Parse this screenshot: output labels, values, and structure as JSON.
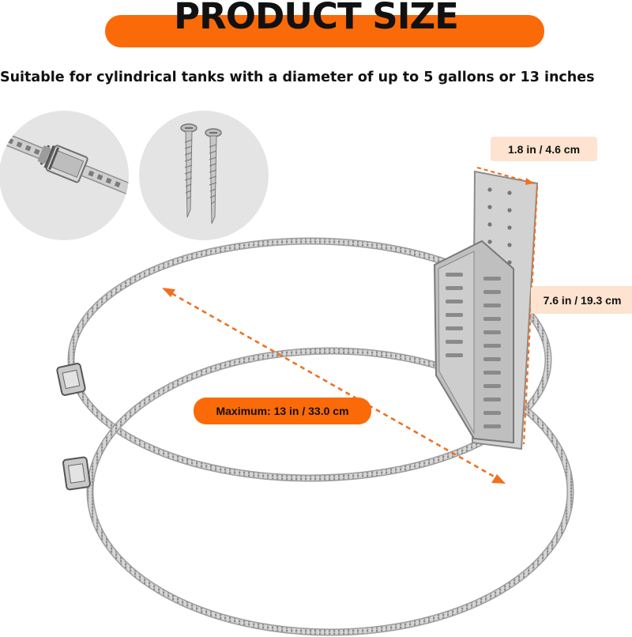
{
  "header": {
    "title": "PRODUCT SIZE"
  },
  "subtitle": "Suitable for cylindrical tanks with a diameter of up to 5 gallons or 13 inches",
  "dimensions": {
    "width_label": "1.8 in / 4.6 cm",
    "height_label": "7.6 in / 19.3 cm",
    "max_label": "Maximum: 13 in / 33.0 cm"
  },
  "colors": {
    "accent": "#fb6a08",
    "dimension_line": "#f07020",
    "metal": "#b8b8b8"
  },
  "icons": {
    "circle_1": "clamp-detail-icon",
    "circle_2": "screws-icon"
  }
}
